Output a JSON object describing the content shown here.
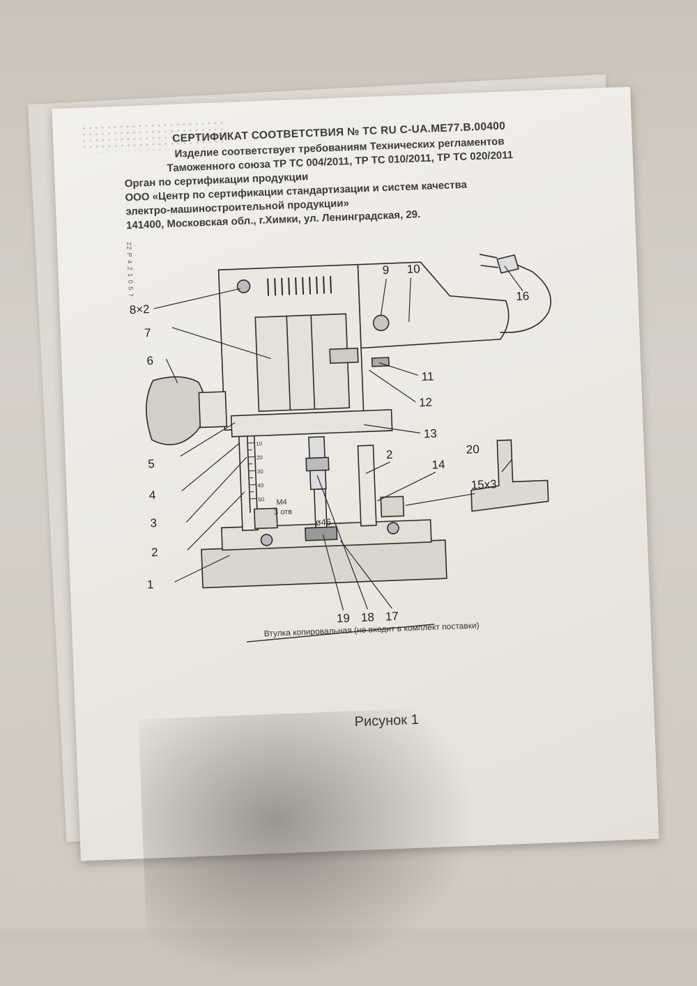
{
  "certificate": {
    "line1": "СЕРТИФИКАТ СООТВЕТСТВИЯ № ТС RU C-UA.ME77.B.00400",
    "line2": "Изделие соответствует требованиям Технических регламентов",
    "line3": "Таможенного союза ТР ТС 004/2011, ТР ТС 010/2011, ТР ТС 020/2011",
    "line4": "Орган по сертификации продукции",
    "line5": "ООО «Центр по сертификации стандартизации и систем качества",
    "line6": "электро-машиностроительной продукции»",
    "line7": "141400, Московская обл., г.Химки, ул. Ленинградская, 29."
  },
  "diagram": {
    "callouts": {
      "c8x2": "8×2",
      "c7": "7",
      "c6": "6",
      "c5": "5",
      "c4": "4",
      "c3": "3",
      "c2a": "2",
      "c1": "1",
      "c9": "9",
      "c10": "10",
      "c16": "16",
      "c11": "11",
      "c12": "12",
      "c13": "13",
      "c2b": "2",
      "c14": "14",
      "c15x3": "15x3",
      "c20": "20",
      "c19": "19",
      "c18": "18",
      "c17": "17"
    },
    "annotations": {
      "m4": "M4",
      "holes": "3 отв",
      "diameter": "ø46",
      "bushing_note": "Втулка копировальная (не входит в комплект поставки)"
    },
    "scale_ticks": [
      "10",
      "20",
      "30",
      "40",
      "50"
    ]
  },
  "caption": "Рисунок 1",
  "side_mark": "22 Р 4 2 1 0 5 7"
}
